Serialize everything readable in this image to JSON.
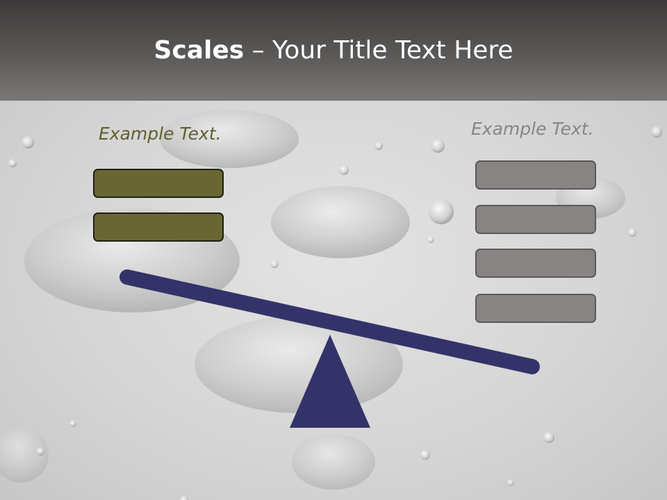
{
  "slide": {
    "title_bold": "Scales",
    "title_rest": " – Your Title Text Here",
    "left_label": "Example Text.",
    "right_label": "Example Text.",
    "left_box_count": 2,
    "right_box_count": 4
  },
  "colors": {
    "header_dark": "#3d3b3a",
    "left_box_fill": "#686632",
    "left_text": "#5f5e2f",
    "right_box_fill": "#878483",
    "right_text": "#888683",
    "beam": "#33336a"
  },
  "icons": {
    "background": "water-drops-stones-photo",
    "scale": "seesaw-scale-icon"
  }
}
